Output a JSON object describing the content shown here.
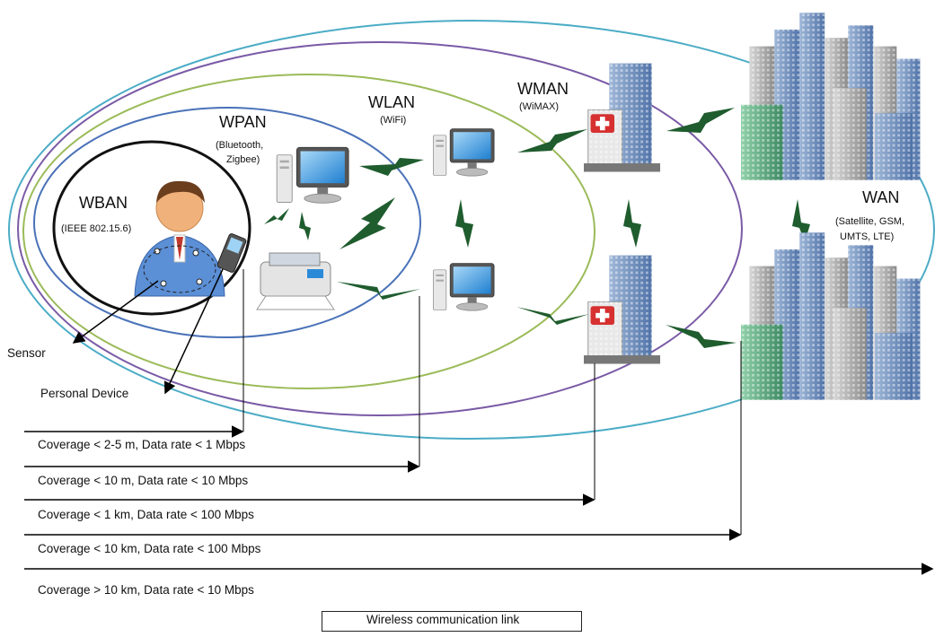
{
  "networks": {
    "wban": {
      "name": "WBAN",
      "sub": "(IEEE 802.15.6)"
    },
    "wpan": {
      "name": "WPAN",
      "sub1": "(Bluetooth,",
      "sub2": "Zigbee)"
    },
    "wlan": {
      "name": "WLAN",
      "sub": "(WiFi)"
    },
    "wman": {
      "name": "WMAN",
      "sub": "(WiMAX)"
    },
    "wan": {
      "name": "WAN",
      "sub1": "(Satellite, GSM,",
      "sub2": "UMTS, LTE)"
    }
  },
  "callouts": {
    "sensor": "Sensor",
    "personal_device": "Personal Device"
  },
  "coverage": [
    "Coverage  < 2-5 m,  Data rate < 1 Mbps",
    "Coverage < 10 m,  Data rate < 10 Mbps",
    "Coverage  < 1 km,  Data rate < 100 Mbps",
    "Coverage  < 10 km,  Data rate < 100 Mbps",
    "Coverage > 10 km,  Data rate < 10 Mbps"
  ],
  "legend": {
    "label": "Wireless communication link"
  },
  "colors": {
    "wban_ring": "#111111",
    "wpan_ring": "#4a72b8",
    "wlan_ring": "#9bbb59",
    "wman_ring": "#7a5aa6",
    "wan_ring": "#4bacc6",
    "link": "#1f5c2e"
  }
}
